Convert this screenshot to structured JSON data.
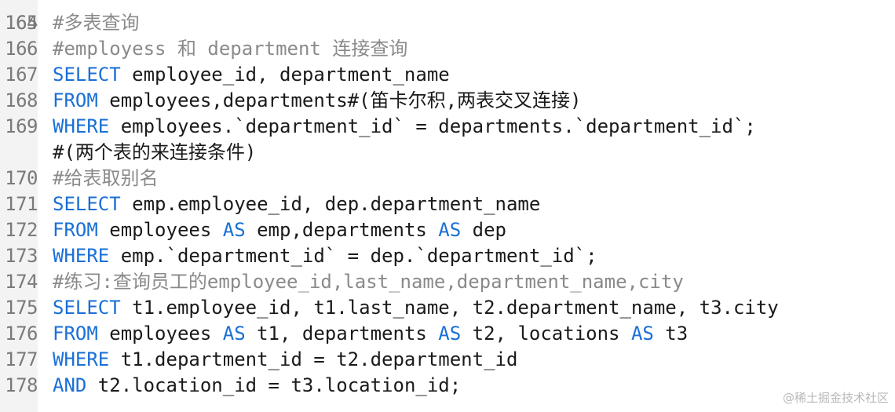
{
  "editor": {
    "top_partial": {
      "line_number": "164",
      "text": "#"
    },
    "lines": [
      {
        "number": "165",
        "segments": [
          {
            "type": "comment",
            "text": "#多表查询"
          }
        ]
      },
      {
        "number": "166",
        "segments": [
          {
            "type": "comment",
            "text": "#employess 和 department 连接查询"
          }
        ]
      },
      {
        "number": "167",
        "segments": [
          {
            "type": "keyword",
            "text": "SELECT"
          },
          {
            "type": "text",
            "text": " employee_id, department_name"
          }
        ]
      },
      {
        "number": "168",
        "segments": [
          {
            "type": "keyword",
            "text": "FROM"
          },
          {
            "type": "text",
            "text": " employees,departments#(笛卡尔积,两表交叉连接)"
          }
        ]
      },
      {
        "number": "169",
        "segments": [
          {
            "type": "keyword",
            "text": "WHERE"
          },
          {
            "type": "text",
            "text": " employees.`department_id` = departments.`department_id`;"
          }
        ]
      },
      {
        "number": "",
        "segments": [
          {
            "type": "text",
            "text": "#(两个表的来连接条件)"
          }
        ]
      },
      {
        "number": "170",
        "segments": [
          {
            "type": "comment",
            "text": "#给表取别名"
          }
        ]
      },
      {
        "number": "171",
        "segments": [
          {
            "type": "keyword",
            "text": "SELECT"
          },
          {
            "type": "text",
            "text": " emp.employee_id, dep.department_name"
          }
        ]
      },
      {
        "number": "172",
        "segments": [
          {
            "type": "keyword",
            "text": "FROM"
          },
          {
            "type": "text",
            "text": " employees "
          },
          {
            "type": "keyword",
            "text": "AS"
          },
          {
            "type": "text",
            "text": " emp,departments "
          },
          {
            "type": "keyword",
            "text": "AS"
          },
          {
            "type": "text",
            "text": " dep"
          }
        ]
      },
      {
        "number": "173",
        "segments": [
          {
            "type": "keyword",
            "text": "WHERE"
          },
          {
            "type": "text",
            "text": " emp.`department_id` = dep.`department_id`;"
          }
        ]
      },
      {
        "number": "174",
        "segments": [
          {
            "type": "comment",
            "text": "#练习:查询员工的employee_id,last_name,department_name,city"
          }
        ]
      },
      {
        "number": "175",
        "segments": [
          {
            "type": "keyword",
            "text": "SELECT"
          },
          {
            "type": "text",
            "text": " t1.employee_id, t1.last_name, t2.department_name, t3.city"
          }
        ]
      },
      {
        "number": "176",
        "segments": [
          {
            "type": "keyword",
            "text": "FROM"
          },
          {
            "type": "text",
            "text": " employees "
          },
          {
            "type": "keyword",
            "text": "AS"
          },
          {
            "type": "text",
            "text": " t1, departments "
          },
          {
            "type": "keyword",
            "text": "AS"
          },
          {
            "type": "text",
            "text": " t2, locations "
          },
          {
            "type": "keyword",
            "text": "AS"
          },
          {
            "type": "text",
            "text": " t3"
          }
        ]
      },
      {
        "number": "177",
        "segments": [
          {
            "type": "keyword",
            "text": "WHERE"
          },
          {
            "type": "text",
            "text": " t1.department_id = t2.department_id"
          }
        ]
      },
      {
        "number": "178",
        "segments": [
          {
            "type": "keyword",
            "text": "AND"
          },
          {
            "type": "text",
            "text": " t2.location_id = t3.location_id;"
          }
        ]
      }
    ]
  },
  "watermark": "@稀土掘金技术社区",
  "colors": {
    "keyword": "#1a6fd6",
    "comment": "#8a8a8a",
    "text": "#1a1a1a",
    "line_number": "#7a7a7a",
    "gutter": "#f3f3f3",
    "background": "#ffffff"
  }
}
